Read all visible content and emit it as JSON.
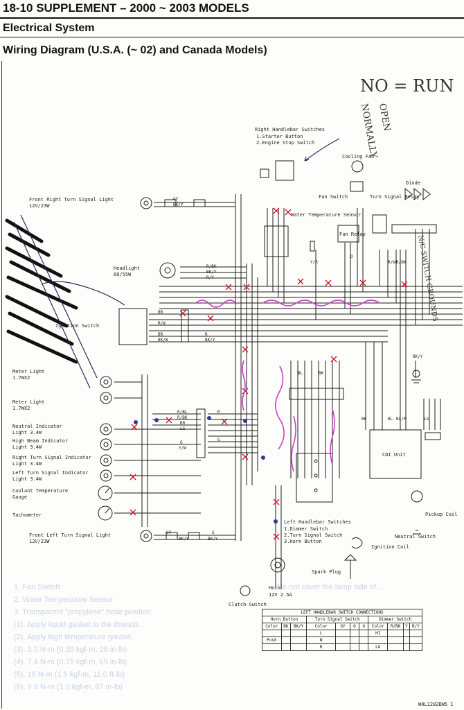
{
  "header": {
    "supplement": "18-10 SUPPLEMENT – 2000 ~ 2003 MODELS",
    "section": "Electrical System",
    "diagram_title": "Wiring Diagram (U.S.A. (~ 02) and Canada Models)"
  },
  "labels": {
    "right_handlebar": "Right Handlebar Switches",
    "starter_button": "1.Starter Button",
    "engine_stop": "2.Engine Stop Switch",
    "cooling_fan": "Cooling Fan",
    "diode": "Diode",
    "fan_switch": "Fan Switch",
    "turn_signal_relay": "Turn Signal Relay",
    "water_temp_sensor": "Water Temperature Sensor",
    "fan_relay": "Fan Relay",
    "front_right_turn": "Front Right Turn Signal Light",
    "front_right_turn_spec": "12V/23W",
    "headlight": "Headlight",
    "headlight_spec": "60/55W",
    "ignition_switch": "Ignition Switch",
    "meter_light_1": "Meter Light",
    "meter_light_1_spec": "1.7WX2",
    "meter_light_2": "Meter Light",
    "meter_light_2_spec": "1.7WX2",
    "neutral_indicator": "Neutral Indicator",
    "neutral_indicator_spec": "Light 3.4W",
    "high_beam": "High Beam Indicator",
    "high_beam_spec": "Light 3.4W",
    "right_turn_ind": "Right Turn Signal Indicator",
    "right_turn_ind_spec": "Light 3.4W",
    "left_turn_ind": "Left Turn Signal Indicator",
    "left_turn_ind_spec": "Light 3.4W",
    "coolant_temp": "Coolant Temperature",
    "coolant_temp_2": "Gauge",
    "tachometer": "Tachometer",
    "front_left_turn": "Front Left Turn Signal Light",
    "front_left_turn_spec": "12V/23W",
    "cdi_unit": "CDI Unit",
    "pickup_coil": "Pickup Coil",
    "neutral_switch": "Neutral Switch",
    "ignition_coil": "Ignition Coil",
    "spark_plug": "Spark Plug",
    "left_handlebar": "Left Handlebar Switches",
    "dimmer_switch": "1.Dimmer Switch",
    "turn_signal_switch": "2.Turn Signal Switch",
    "horn_button": "3.Horn Button",
    "horn": "Horn",
    "horn_spec": "12V 2.5A",
    "clutch_switch": "Clutch Switch",
    "figure_code": "W0L1282BW5 C"
  },
  "wire_codes": [
    "GY",
    "BK/Y",
    "R/BK",
    "BK/Y",
    "R/Y",
    "BR",
    "R/W",
    "BR",
    "BK/W",
    "R",
    "BK/Y",
    "R/BL",
    "R/BK",
    "BR",
    "LG",
    "G",
    "Y/W",
    "R",
    "G",
    "BK/Y",
    "GY",
    "BK/Y",
    "G",
    "BK",
    "BL",
    "O",
    "BL/R",
    "LG",
    "BK/Y",
    "R/W",
    "R/BK",
    "Y/R",
    "BL",
    "BK"
  ],
  "annotations": {
    "no_run": "NO = RUN",
    "normally": "NORMALLY",
    "open": "OPEN",
    "side_note": "N/C SWITCH GROUNDS"
  },
  "connections_table": {
    "title": "LEFT HANDLEBAR SWITCH CONNECTIONS",
    "groups": [
      "Horn Button",
      "Turn Signal Switch",
      "Dimmer Switch"
    ],
    "color_row": [
      "Color",
      "BK",
      "BK/Y",
      "Color",
      "GY",
      "O",
      "G",
      "Color",
      "R/BK",
      "Y",
      "R/Y"
    ],
    "rows": [
      [
        "",
        "",
        "",
        "L",
        "",
        "",
        "",
        "HI",
        "",
        "",
        ""
      ],
      [
        "Push",
        "",
        "",
        "N",
        "",
        "",
        "",
        "",
        "",
        "",
        ""
      ],
      [
        "",
        "",
        "",
        "R",
        "",
        "",
        "",
        "LO",
        "",
        "",
        ""
      ]
    ]
  },
  "faded_legend": [
    "1. Fan Switch",
    "2. Water Temperature Sensor",
    "3. Transparent \"propylene\" hose position",
    "(1). Apply liquid gasket to the threads.",
    "(2). Apply high temperature grease.",
    "(3). 3.0 N-m (0.30 kgf-m, 26 in-lb)",
    "(4). 7.4 N-m (0.75 kgf-m, 65 in-lb)",
    "(5). 15 N-m (1.5 kgf-m, 11.0 ft-lb)",
    "(6). 9.8 N-m (1.0 kgf-m, 87 in-lb)",
    "Do not cover the lamp side of ..."
  ],
  "colors": {
    "ink": "#1a1a1a",
    "red_marks": "#c8141e",
    "magenta_marks": "#d23cc8",
    "ghost_text": "#c9d3ea"
  }
}
